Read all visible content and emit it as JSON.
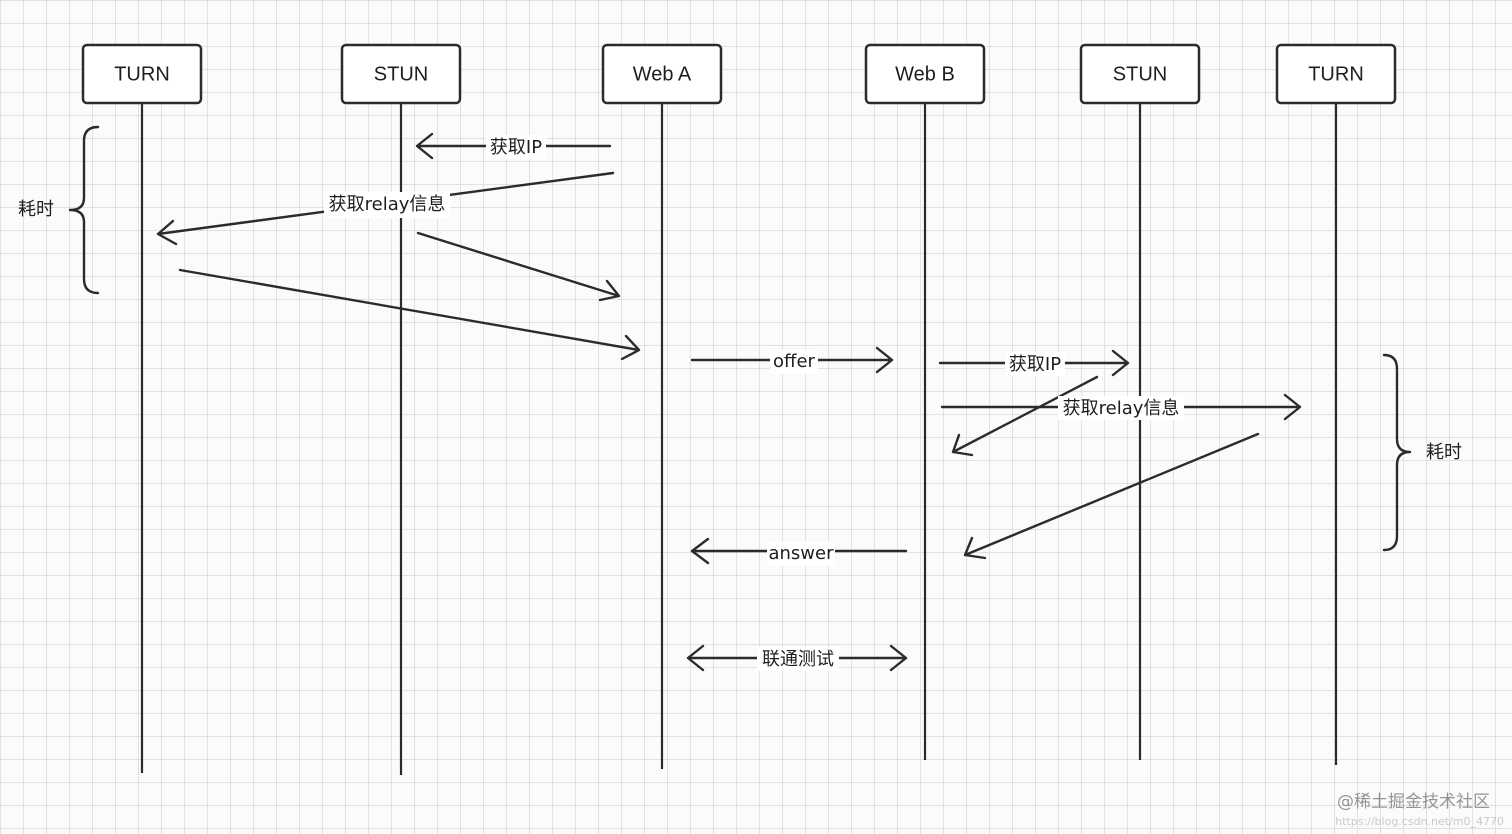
{
  "participants": [
    {
      "id": "turn_a",
      "label": "TURN"
    },
    {
      "id": "stun_a",
      "label": "STUN"
    },
    {
      "id": "web_a",
      "label": "Web A"
    },
    {
      "id": "web_b",
      "label": "Web B"
    },
    {
      "id": "stun_b",
      "label": "STUN"
    },
    {
      "id": "turn_b",
      "label": "TURN"
    }
  ],
  "messages": {
    "a_get_ip": "获取IP",
    "a_get_relay": "获取relay信息",
    "offer": "offer",
    "b_get_ip": "获取IP",
    "b_get_relay": "获取relay信息",
    "answer": "answer",
    "connectivity_test": "联通测试"
  },
  "braces": {
    "left": "耗时",
    "right": "耗时"
  },
  "watermark": {
    "text": "@稀土掘金技术社区",
    "url": "https://blog.csdn.net/m0_4770"
  }
}
